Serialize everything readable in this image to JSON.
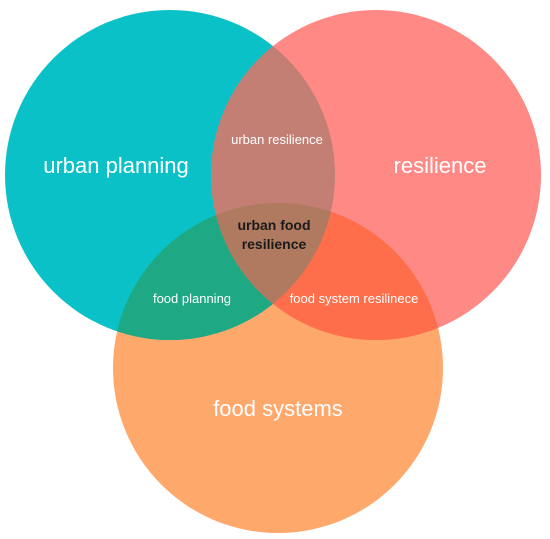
{
  "diagram": {
    "sets": [
      {
        "id": "urban",
        "label": "urban planning",
        "color": "#00BEC6"
      },
      {
        "id": "resilience",
        "label": "resilience",
        "color": "#FF7F7B"
      },
      {
        "id": "food",
        "label": "food systems",
        "color": "#FFA15F"
      }
    ],
    "intersections": {
      "urban_resilience": "urban resilience",
      "food_planning": "food planning",
      "food_system_resilience": "food system resilinece",
      "center_line1": "urban food",
      "center_line2": "resilience"
    }
  }
}
